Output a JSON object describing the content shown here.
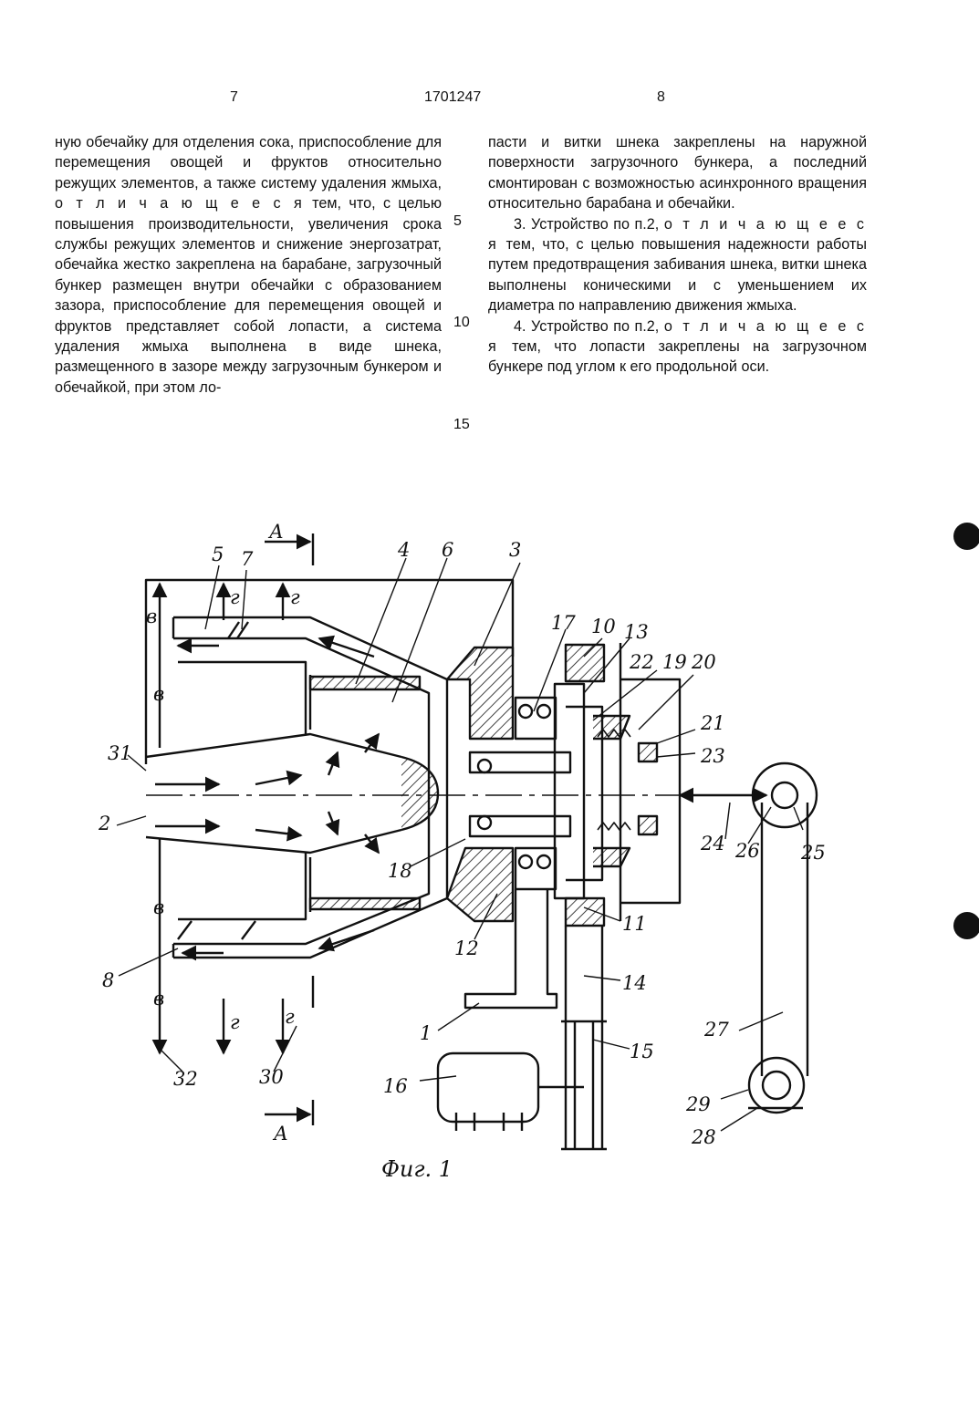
{
  "header": {
    "page_left": "7",
    "patent_number": "1701247",
    "page_right": "8"
  },
  "left_column": [
    "ную обечайку для отделения сока, приспособление для перемещения овощей и фруктов относительно режущих элементов, а также систему удаления жмыха, ",
    "о т л и ч а ю щ е е с я",
    " тем, что, с целью повышения производительности, увеличения срока службы режущих элементов и снижение энергозатрат, обечайка жестко закреплена на барабане, загрузочный бункер размещен внутри обечайки с образованием зазора, приспособление для перемещения овощей и фруктов представляет собой лопасти, а система удаления жмыха выполнена в виде шнека, размещенного в зазоре между загрузочным бункером и обечайкой, при этом ло-"
  ],
  "right_column": {
    "cont": "пасти и витки шнека закреплены на наружной поверхности загрузочного бункера, а последний смонтирован с возможностью асинхронного вращения относительно барабана и обечайки.",
    "claim3_a": "3. Устройство по п.2, ",
    "claim3_sp": "о т л и ч а ю щ е е с я",
    "claim3_b": " тем, что, с целью повышения надежности работы путем предотвращения забивания шнека, витки шнека выполнены коническими и с уменьшением их диаметра по направлению движения жмыха.",
    "claim4_a": "4. Устройство по п.2, ",
    "claim4_sp": "о т л и ч а ю щ е е с я",
    "claim4_b": " тем, что лопасти закреплены на загрузочном бункере под углом к его продольной оси."
  },
  "line_numbers": [
    "5",
    "10",
    "15"
  ],
  "figure": {
    "caption": "Фиг. 1",
    "section_marks": [
      "А",
      "А"
    ],
    "callouts": [
      "1",
      "2",
      "3",
      "4",
      "5",
      "6",
      "7",
      "8",
      "10",
      "11",
      "12",
      "13",
      "14",
      "15",
      "16",
      "17",
      "18",
      "19",
      "20",
      "21",
      "22",
      "23",
      "24",
      "25",
      "26",
      "27",
      "28",
      "29",
      "30",
      "31",
      "32"
    ],
    "flow_letters": {
      "v": "в",
      "g": "г"
    }
  }
}
